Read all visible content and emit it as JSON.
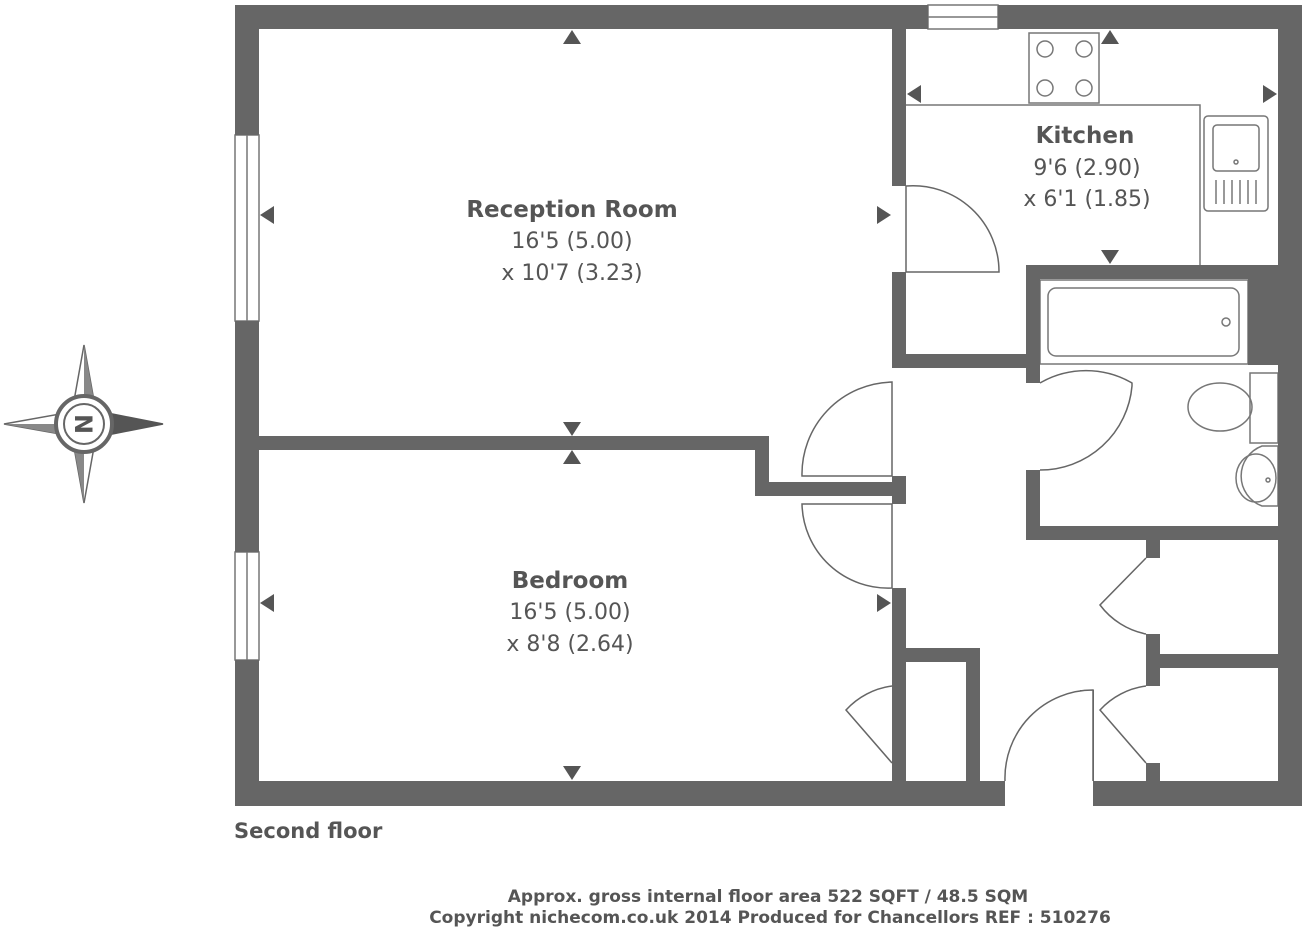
{
  "colors": {
    "wall": "#666666",
    "text": "#555555",
    "background": "#ffffff"
  },
  "rooms": {
    "reception": {
      "name": "Reception Room",
      "dim_1": "16'5 (5.00)",
      "dim_2": "x 10'7 (3.23)"
    },
    "bedroom": {
      "name": "Bedroom",
      "dim_1": "16'5 (5.00)",
      "dim_2": "x 8'8 (2.64)"
    },
    "kitchen": {
      "name": "Kitchen",
      "dim_1": "9'6 (2.90)",
      "dim_2": "x 6'1 (1.85)"
    }
  },
  "floor_label": "Second floor",
  "compass": {
    "icon": "compass-rose-icon",
    "letter": "N"
  },
  "footer": {
    "area": "Approx. gross internal floor area 522 SQFT / 48.5 SQM",
    "copyright": "Copyright nichecom.co.uk 2014 Produced for Chancellors REF : 510276"
  }
}
